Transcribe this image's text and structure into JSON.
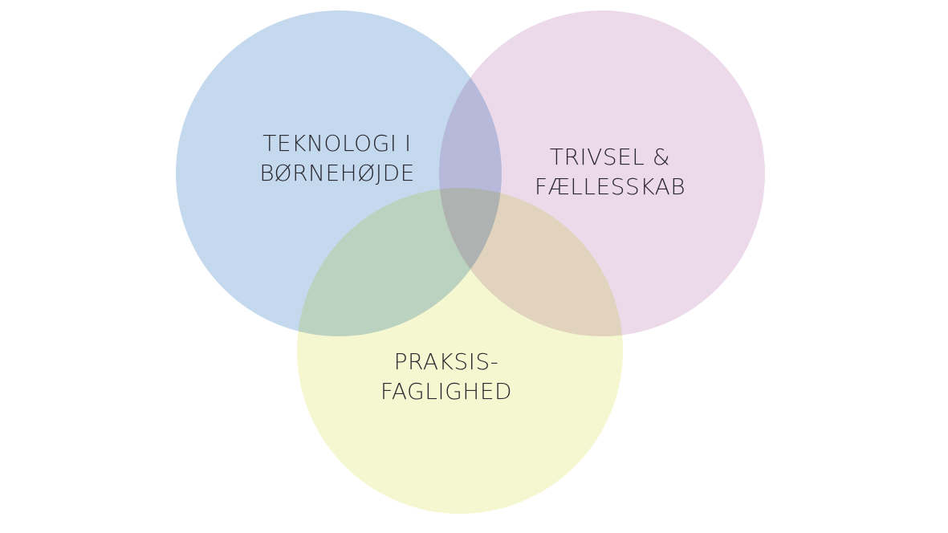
{
  "diagram": {
    "type": "venn",
    "sets": [
      {
        "id": "tech",
        "label_lines": [
          "TEKNOLOGI I",
          "BØRNEHØJDE"
        ],
        "color": "#c5d9ee"
      },
      {
        "id": "triv",
        "label_lines": [
          "TRIVSEL &",
          "FÆLLESSKAB"
        ],
        "color": "#ecdaea"
      },
      {
        "id": "prak",
        "label_lines": [
          "PRAKSIS-",
          "FAGLIGHED"
        ],
        "color": "#f4f7cf"
      }
    ],
    "text_color": "#2a2830"
  }
}
